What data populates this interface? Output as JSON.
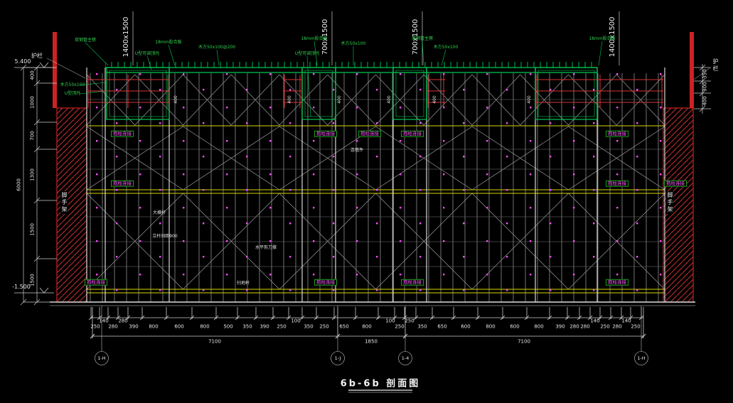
{
  "title": "6b-6b 剖面图",
  "labels": {
    "guardrail": "护栏",
    "scaffold": "脚手架",
    "connector": "抱柱连接",
    "elevation_top": "5.400",
    "elevation_bottom": "-1.500"
  },
  "top_labels": [
    "1400x1500",
    "700x1500",
    "700x1500",
    "1400x1500"
  ],
  "left_dims": [
    "400",
    "1000",
    "700",
    "1300",
    "1500",
    "1500"
  ],
  "left_total": "6000",
  "right_dims": [
    "350",
    "300",
    "400"
  ],
  "mid_dims": [
    "400",
    "400",
    "400",
    "400",
    "400",
    "400"
  ],
  "bottom_dims": [
    "250",
    "140",
    "280",
    "280",
    "390",
    "800",
    "600",
    "800",
    "500",
    "350",
    "390",
    "250",
    "100",
    "350",
    "250",
    "650",
    "800",
    "100",
    "250",
    "250",
    "350",
    "650",
    "600",
    "800",
    "600",
    "800",
    "390",
    "280",
    "280",
    "140",
    "250",
    "280",
    "140",
    "250"
  ],
  "bottom_totals": [
    "7100",
    "1850",
    "7100"
  ],
  "axis_bubbles": [
    "1-H",
    "1-J",
    "1-4",
    "1-H"
  ],
  "callouts": [
    "双钢管主楞",
    "18mm胶合板",
    "木方50x100@200",
    "U型可调顶托",
    "18mm胶合板",
    "木方50x100",
    "U型可调顶托",
    "双钢管主楞",
    "木方50x100",
    "18mm胶合板",
    "木方50x100",
    "U型顶托",
    "大横杆",
    "水平剪刀撑",
    "扫地杆",
    "立杆间距900",
    "连墙件"
  ]
}
